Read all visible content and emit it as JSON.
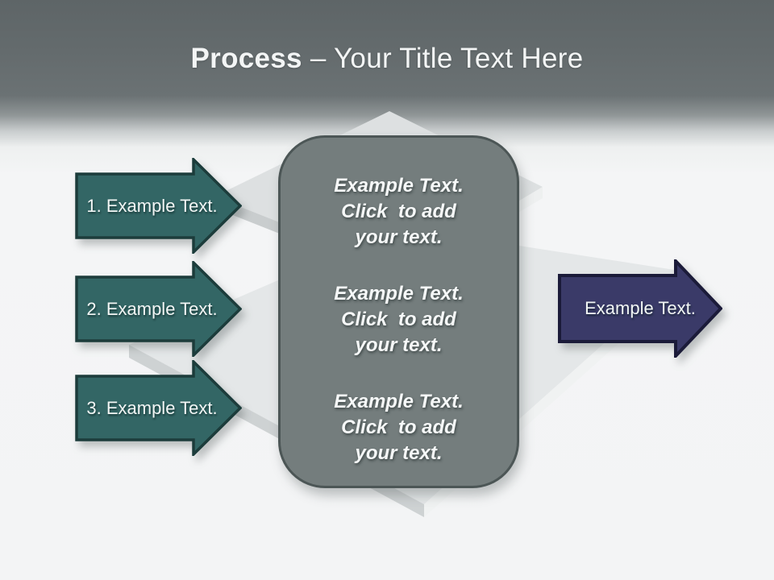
{
  "slide_title": {
    "bold": "Process",
    "rest": "– Your Title Text Here"
  },
  "left_arrows": [
    {
      "label": "1. Example Text."
    },
    {
      "label": "2. Example Text."
    },
    {
      "label": "3. Example Text."
    }
  ],
  "right_arrow": {
    "label": "Example Text."
  },
  "center_panel": {
    "blocks": [
      {
        "lines": [
          "Example Text.",
          "Click  to add",
          "your text."
        ]
      },
      {
        "lines": [
          "Example Text.",
          "Click  to add",
          "your text."
        ]
      },
      {
        "lines": [
          "Example Text.",
          "Click  to add",
          "your text."
        ]
      }
    ]
  },
  "colors": {
    "accent_teal": "#336665",
    "teal_border": "#1c3c3b",
    "accent_navy": "#3a3a68",
    "navy_border": "#1b1b39",
    "panel_gray": "#747d7d",
    "panel_border": "#4c5656",
    "header_gray": "#636a6c",
    "background_light": "#f3f4f5"
  }
}
